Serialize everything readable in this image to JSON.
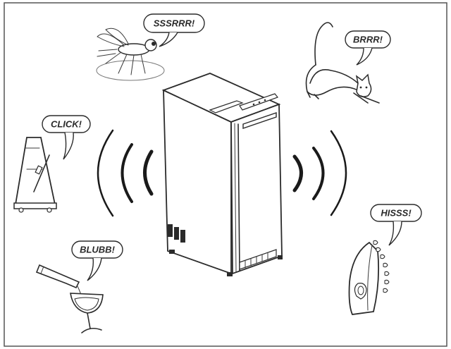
{
  "sounds": [
    {
      "id": "fly",
      "label": "SSSRRR!"
    },
    {
      "id": "cat",
      "label": "BRRR!"
    },
    {
      "id": "metronome",
      "label": "CLICK!"
    },
    {
      "id": "iron",
      "label": "HISSS!"
    },
    {
      "id": "wine",
      "label": "BLUBB!"
    }
  ],
  "colors": {
    "line": "#2b2b2b",
    "frame": "#555555",
    "background": "#ffffff"
  }
}
